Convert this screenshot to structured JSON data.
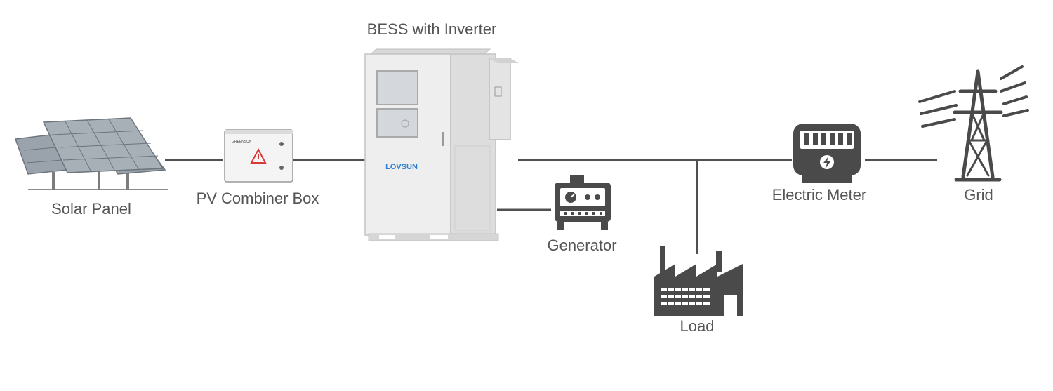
{
  "labels": {
    "solar_panel": "Solar Panel",
    "pv_combiner_box": "PV Combiner Box",
    "bess": "BESS with Inverter",
    "generator": "Generator",
    "load": "Load",
    "electric_meter": "Electric Meter",
    "grid": "Grid"
  },
  "logo": {
    "cabinet_brand": "LOVSUN",
    "combiner_brand": "GREENSUN"
  },
  "colors": {
    "line": "#505050",
    "icon": "#4a4a4a",
    "cabinet": "#e9e9e9",
    "panel": "#9aa3ab",
    "brand": "#2f7fd0",
    "warning": "#d83a3a"
  }
}
